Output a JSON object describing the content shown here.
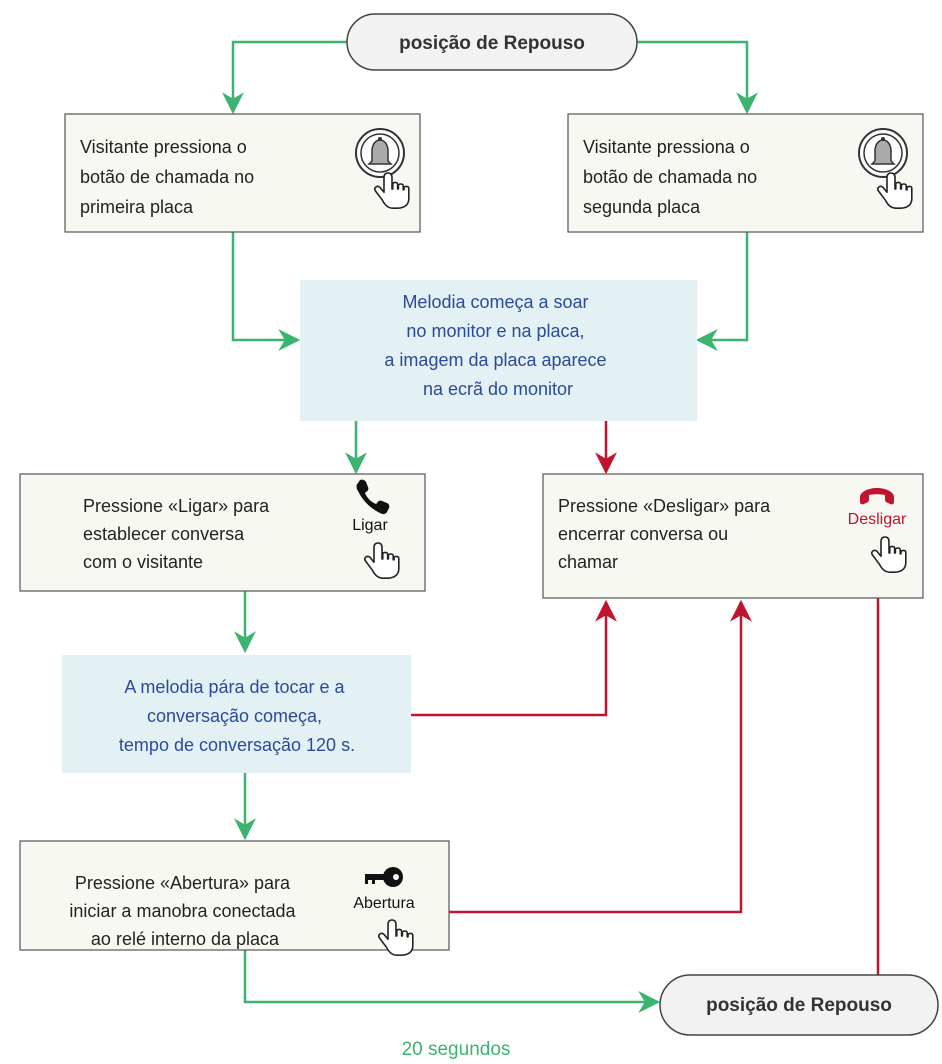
{
  "colors": {
    "green": "#3cb371",
    "red": "#c0152f",
    "blue_text": "#2b4a9c",
    "box_fill": "#f8f8f3",
    "blue_fill": "#e3f0f4",
    "pill_fill": "#f2f2f2",
    "dark_text": "#222222"
  },
  "start": {
    "label": "posição de Repouso"
  },
  "end": {
    "label": "posição de Repouso"
  },
  "visitor_left": {
    "lines": [
      "Visitante pressiona o",
      "botão de chamada no",
      "primeira placa"
    ],
    "icon": "bell-push-icon"
  },
  "visitor_right": {
    "lines": [
      "Visitante pressiona o",
      "botão de chamada no",
      "segunda placa"
    ],
    "icon": "bell-push-icon"
  },
  "melody": {
    "lines": [
      "Melodia começa a soar",
      "no monitor e na placa,",
      "a imagem da placa aparece",
      "na ecrã do monitor"
    ]
  },
  "ligar": {
    "lines": [
      "Pressione «Ligar» para",
      "establecer conversa",
      "com o visitante"
    ],
    "button_label": "Ligar",
    "icon": "phone-handset-icon"
  },
  "desligar": {
    "lines": [
      "Pressione «Desligar» para",
      "encerrar conversa ou",
      "chamar"
    ],
    "button_label": "Desligar",
    "icon": "phone-hangup-icon"
  },
  "conversation": {
    "lines": [
      "A melodia pára de tocar e a",
      "conversação começa,",
      "tempo de conversação 120 s."
    ]
  },
  "abertura": {
    "lines": [
      "Pressione «Abertura» para",
      "iniciar a manobra conectada",
      "ao relé interno da placa"
    ],
    "button_label": "Abertura",
    "icon": "key-icon"
  },
  "timeout_label": "20 segundos"
}
